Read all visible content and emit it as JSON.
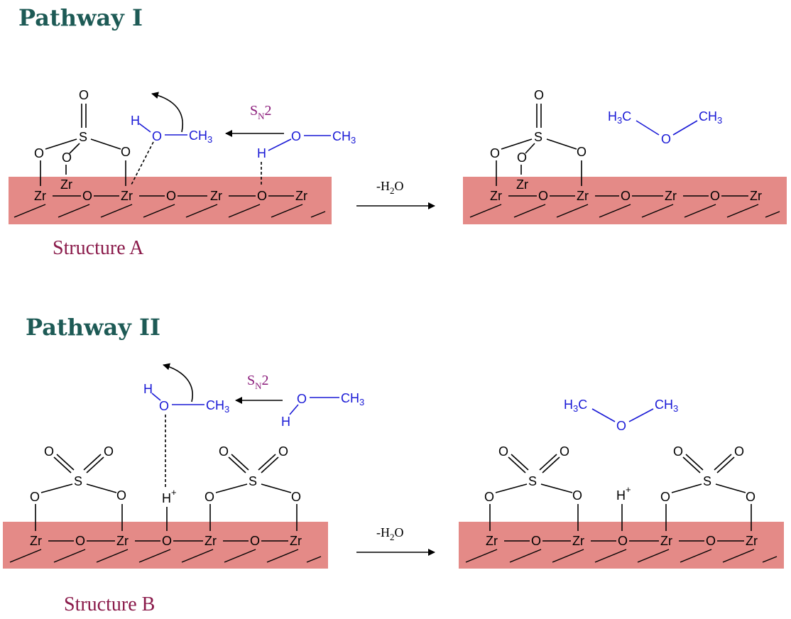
{
  "pathway1": {
    "title": "Pathway I",
    "structure_label": "Structure A",
    "sn2_main": "S",
    "sn2_sub": "N",
    "sn2_tail": "2",
    "condition_prefix": "-H",
    "condition_sub": "2",
    "condition_suffix": "O"
  },
  "pathway2": {
    "title": "Pathway II",
    "structure_label": "Structure B",
    "sn2_main": "S",
    "sn2_sub": "N",
    "sn2_tail": "2",
    "condition_prefix": "-H",
    "condition_sub": "2",
    "condition_suffix": "O"
  },
  "atoms": {
    "zr": "Zr",
    "o": "O",
    "s": "S",
    "h": "H",
    "ch3": "CH",
    "ch3_sub": "3",
    "h3c": "H",
    "h3c_sub": "3",
    "h3c_tail": "C",
    "h_plus": "H",
    "plus": "+"
  },
  "colors": {
    "title": "#1d5a55",
    "structure_label": "#8a1a4a",
    "sn2": "#8a1a7a",
    "methanol": "#1a1ad6",
    "surface": "#e48a87"
  }
}
